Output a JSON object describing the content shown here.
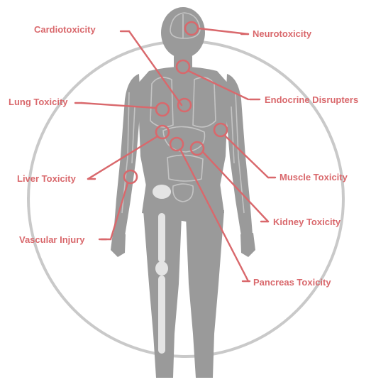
{
  "diagram": {
    "accent_color": "#d9686c",
    "figure_color": "#9a9a9a",
    "circle_color": "#c9c9c9",
    "labels": {
      "cardiotoxicity": "Cardiotoxicity",
      "neurotoxicity": "Neurotoxicity",
      "endocrine": "Endocrine Disrupters",
      "lung": "Lung Toxicity",
      "muscle": "Muscle Toxicity",
      "liver": "Liver Toxicity",
      "kidney": "Kidney Toxicity",
      "vascular": "Vascular Injury",
      "pancreas": "Pancreas Toxicity"
    }
  }
}
